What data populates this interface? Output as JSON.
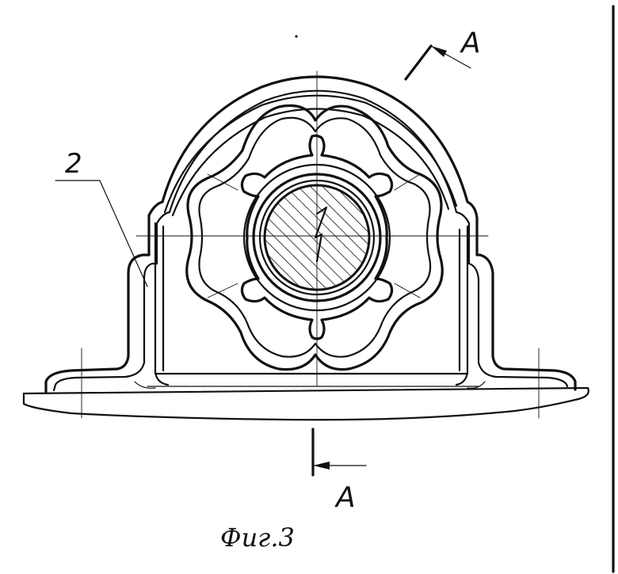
{
  "callouts": {
    "part_2": "2"
  },
  "section": {
    "top_letter": "A",
    "bottom_letter": "A"
  },
  "figure": {
    "caption": "Фиг.3"
  }
}
